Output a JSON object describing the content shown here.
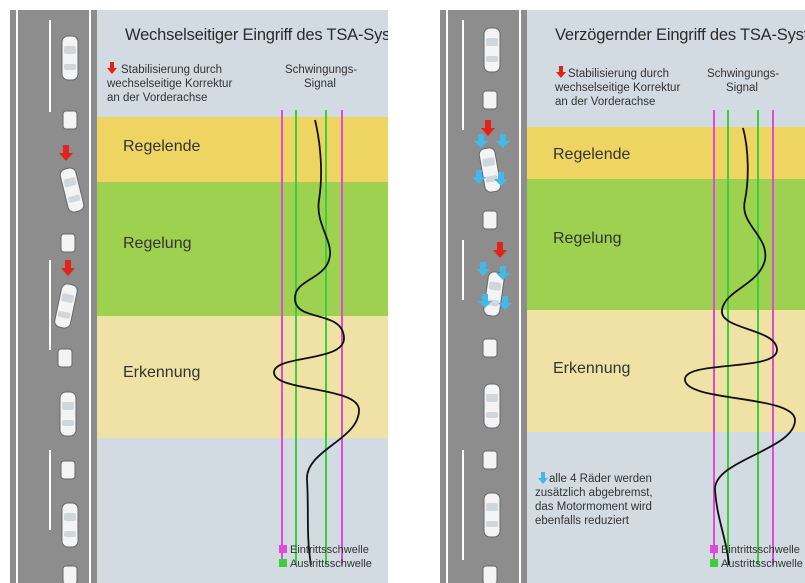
{
  "colors": {
    "road": "#8d8d8d",
    "info_bg": "#d3dbe2",
    "band_end": "#eed562",
    "band_control": "#9fd150",
    "band_detect": "#efe2a4",
    "entry_threshold": "#e04ad8",
    "exit_threshold": "#3ccf3c",
    "red_arrow": "#e2231a",
    "blue_arrow": "#44b8e8",
    "signal": "#111111"
  },
  "left_panel": {
    "title": "Wechselseitiger Eingriff des TSA-Systems",
    "note_line1": "Stabilisierung durch",
    "note_line2": "wechselseitige Korrektur",
    "note_line3": "an der Vorderachse",
    "note_icon": "red-down-arrow-icon",
    "signal_line1": "Schwingungs-",
    "signal_line2": "Signal",
    "band_end": "Regelende",
    "band_control": "Regelung",
    "band_detect": "Erkennung",
    "legend_entry": "Eintrittsschwelle",
    "legend_exit": "Austrittsschwelle"
  },
  "right_panel": {
    "title": "Verzögernder Eingriff des TSA-Systems",
    "note_line1": "Stabilisierung durch",
    "note_line2": "wechselseitige Korrektur",
    "note_line3": "an der Vorderachse",
    "note_icon": "red-down-arrow-icon",
    "signal_line1": "Schwingungs-",
    "signal_line2": "Signal",
    "band_end": "Regelende",
    "band_control": "Regelung",
    "band_detect": "Erkennung",
    "brake_note_line1": "alle 4 Räder werden",
    "brake_note_line2": "zusätzlich abgebremst,",
    "brake_note_line3": "das Motormoment wird",
    "brake_note_line4": "ebenfalls reduziert",
    "brake_note_icon": "blue-down-arrow-icon",
    "legend_entry": "Eintrittsschwelle",
    "legend_exit": "Austrittsschwelle"
  }
}
